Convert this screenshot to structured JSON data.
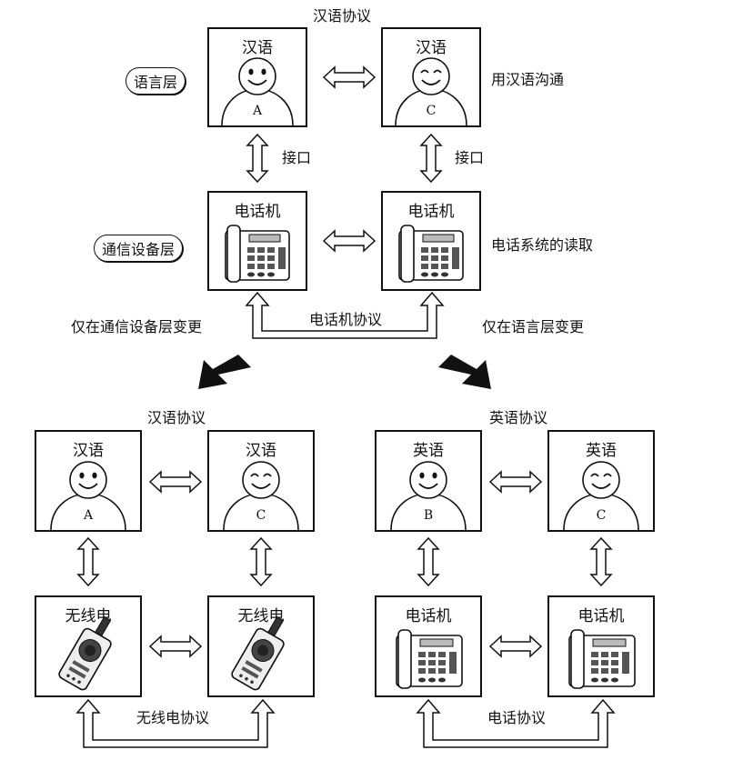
{
  "top": {
    "protocol_label": "汉语协议",
    "left_title": "汉语",
    "right_title": "汉语",
    "left_person": "A",
    "right_person": "C",
    "language_note": "用汉语沟通",
    "interface_left": "接口",
    "interface_right": "接口",
    "phone_left_title": "电话机",
    "phone_right_title": "电话机",
    "phone_note": "电话系统的读取",
    "phone_protocol": "电话机协议",
    "layer_language": "语言层",
    "layer_device": "通信设备层"
  },
  "captions": {
    "left": "仅在通信设备层变更",
    "right": "仅在语言层变更"
  },
  "bottom_left": {
    "protocol_label": "汉语协议",
    "left_title": "汉语",
    "right_title": "汉语",
    "left_person": "A",
    "right_person": "C",
    "device_left_title": "无线电",
    "device_right_title": "无线电",
    "device_protocol": "无线电协议"
  },
  "bottom_right": {
    "protocol_label": "英语协议",
    "left_title": "英语",
    "right_title": "英语",
    "left_person": "B",
    "right_person": "C",
    "device_left_title": "电话机",
    "device_right_title": "电话机",
    "device_protocol": "电话协议"
  }
}
